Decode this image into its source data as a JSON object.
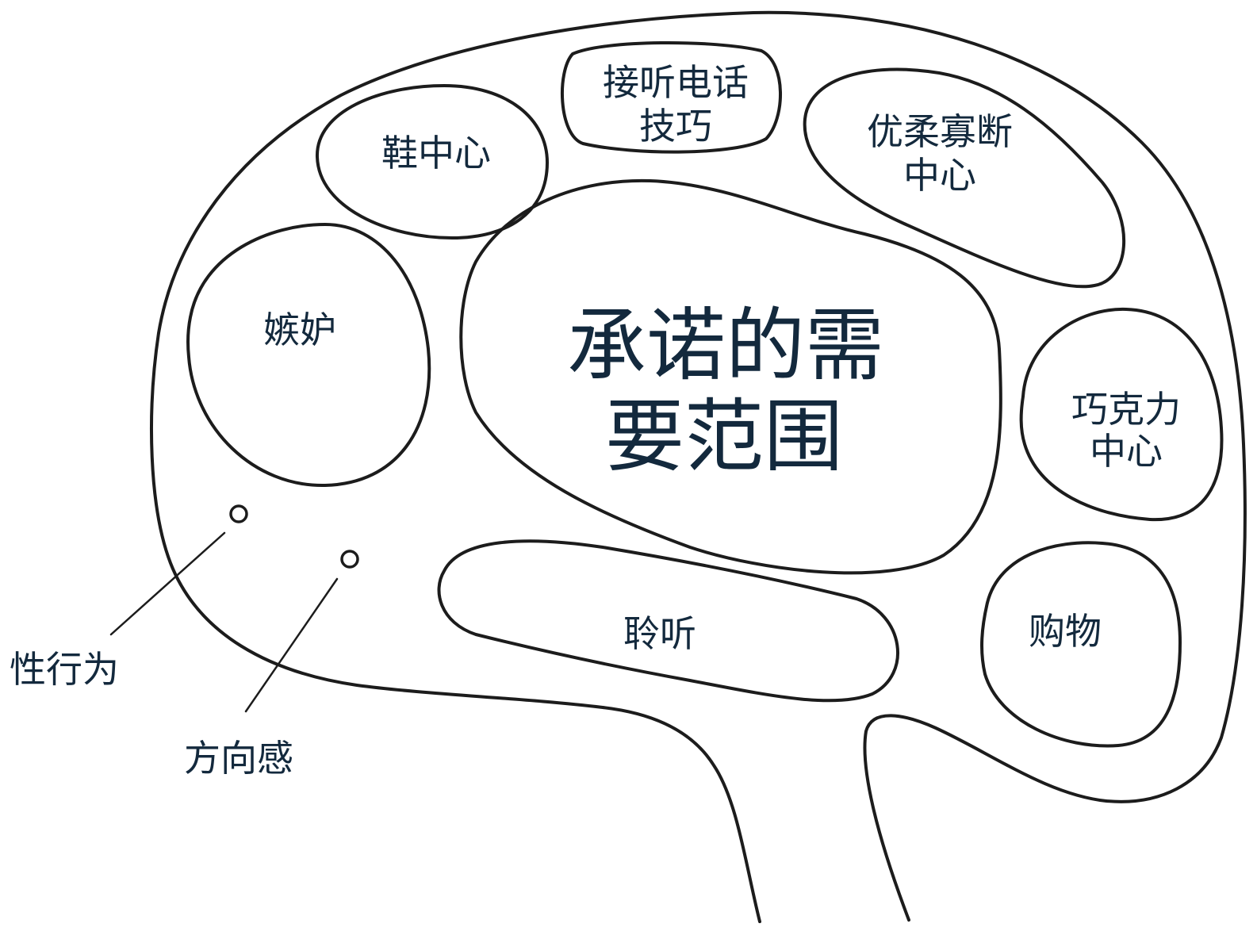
{
  "colors": {
    "background": "#ffffff",
    "outline": "#1c1c1c",
    "label_text": "#13293d"
  },
  "regions": {
    "phone_skills": {
      "lines": [
        "接听电话",
        "技巧"
      ]
    },
    "shoes": {
      "label": "鞋中心"
    },
    "indecision": {
      "lines": [
        "优柔寡断",
        "中心"
      ]
    },
    "jealousy": {
      "label": "嫉妒"
    },
    "commitment": {
      "lines": [
        "承诺的需",
        "要范围"
      ]
    },
    "chocolate": {
      "lines": [
        "巧克力",
        "中心"
      ]
    },
    "listening": {
      "label": "聆听"
    },
    "shopping": {
      "label": "购物"
    }
  },
  "pointers": {
    "sex": {
      "label": "性行为"
    },
    "direction": {
      "label": "方向感"
    }
  }
}
